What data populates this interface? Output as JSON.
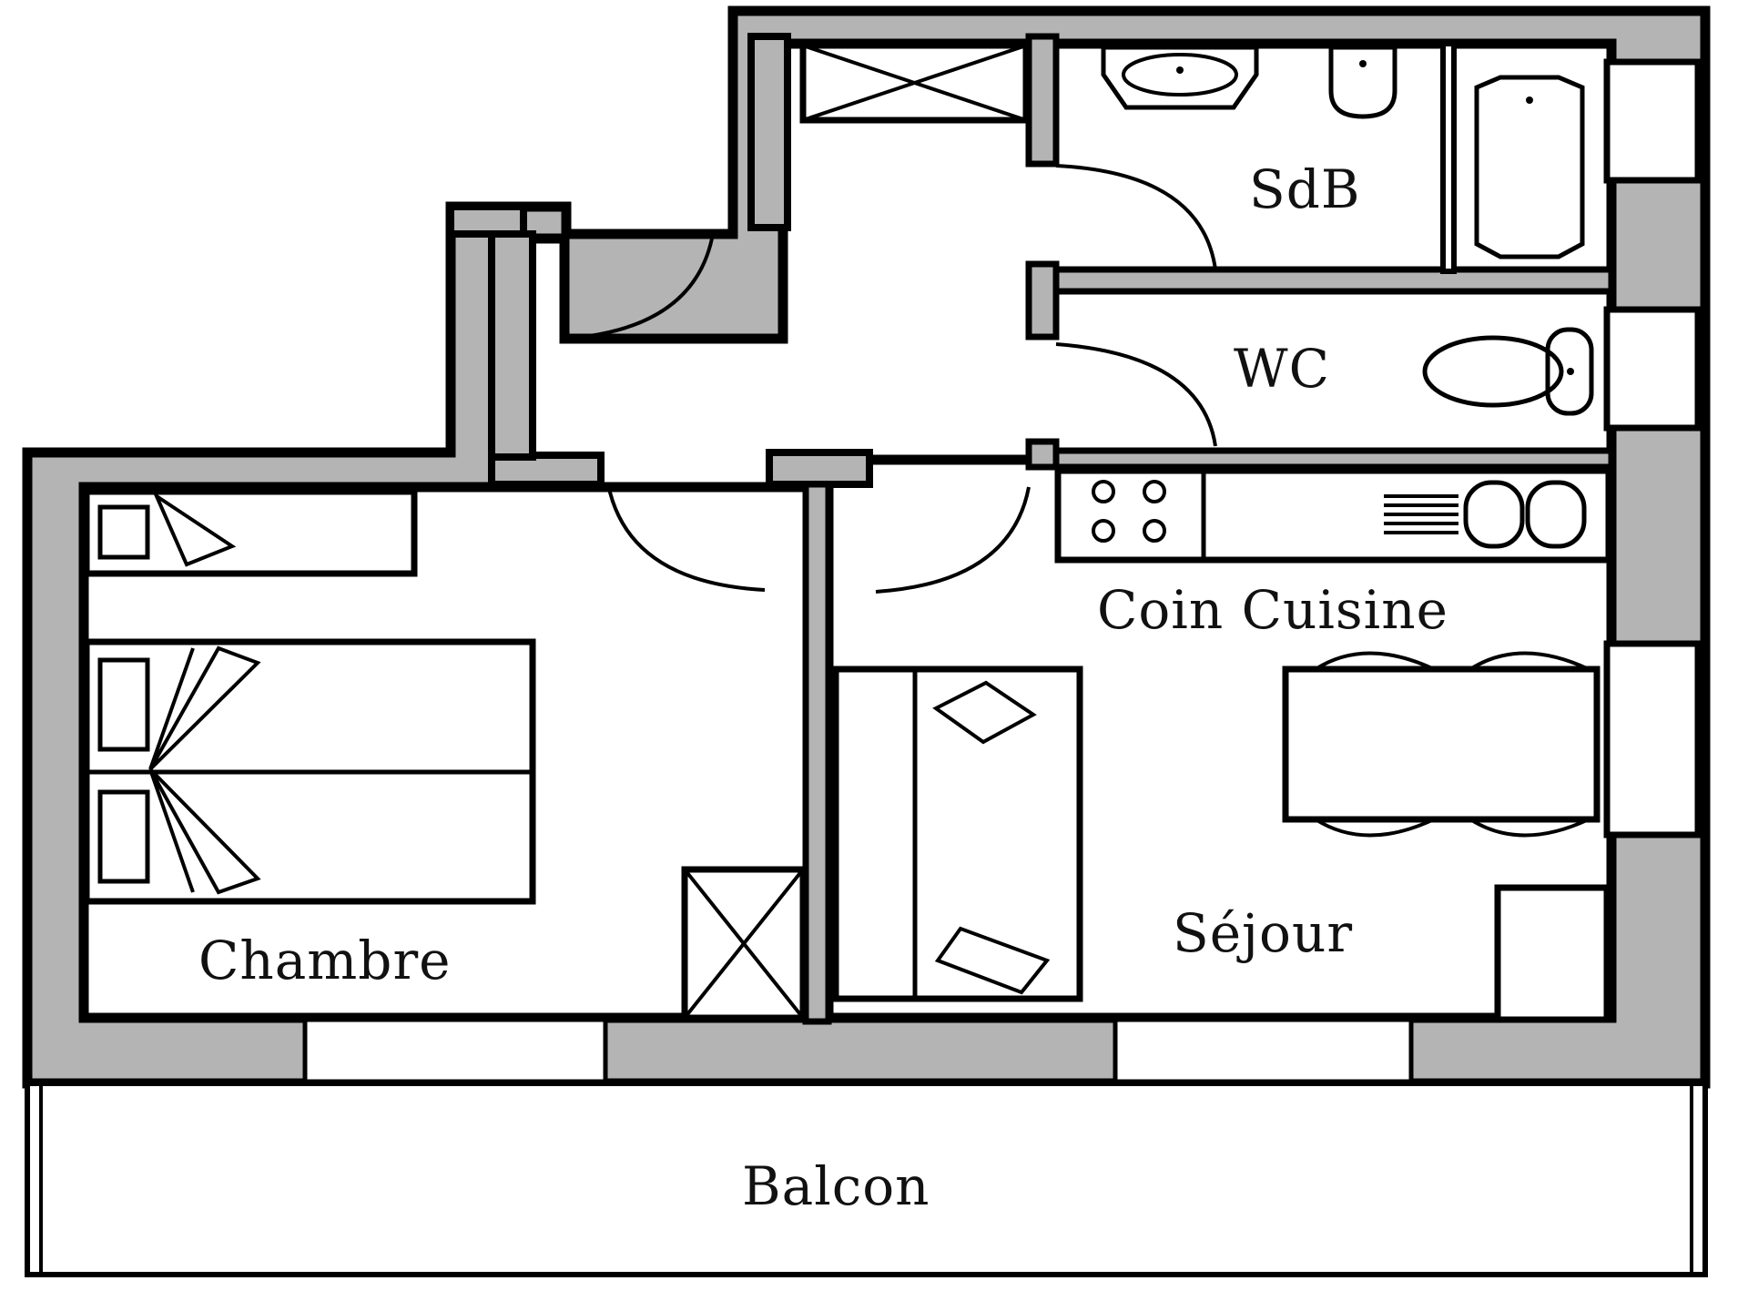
{
  "plan": {
    "rooms": {
      "sdb": "SdB",
      "wc": "WC",
      "kitchen": "Coin Cuisine",
      "bedroom": "Chambre",
      "living": "Séjour",
      "balcony": "Balcon"
    }
  },
  "colors": {
    "wall_fill": "#b4b4b4",
    "line": "#000000",
    "background": "#ffffff"
  }
}
